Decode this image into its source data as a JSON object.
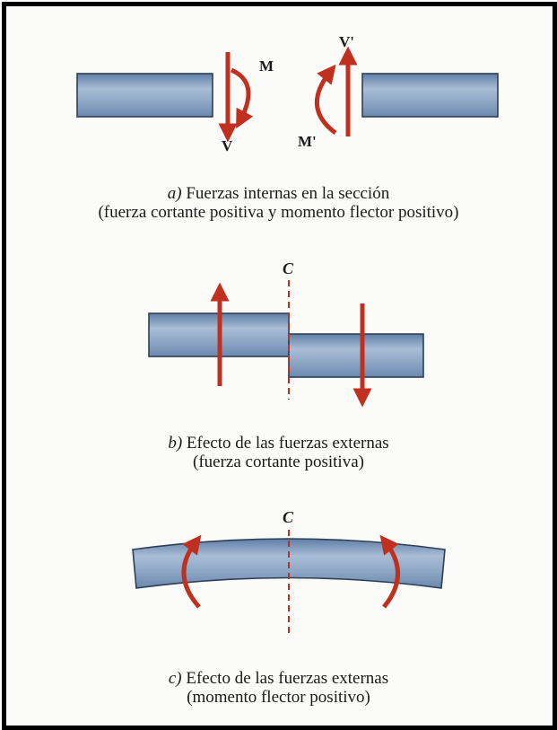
{
  "labels": {
    "v": "V",
    "m": "M",
    "v_prime": "V'",
    "m_prime": "M'",
    "c_b": "C",
    "c_c": "C"
  },
  "captions": {
    "a": {
      "letter": "a)",
      "line1": "Fuerzas internas en la sección",
      "line2": "(fuerza cortante positiva y momento flector positivo)"
    },
    "b": {
      "letter": "b)",
      "line1": "Efecto de las fuerzas externas",
      "line2": "(fuerza cortante positiva)"
    },
    "c": {
      "letter": "c)",
      "line1": "Efecto de las fuerzas externas",
      "line2": "(momento flector positivo)"
    }
  },
  "colors": {
    "beam": "#8fa7c6",
    "beam_edge": "#2d3f57",
    "arrow": "#c0301f",
    "section_line": "#c0301f"
  }
}
